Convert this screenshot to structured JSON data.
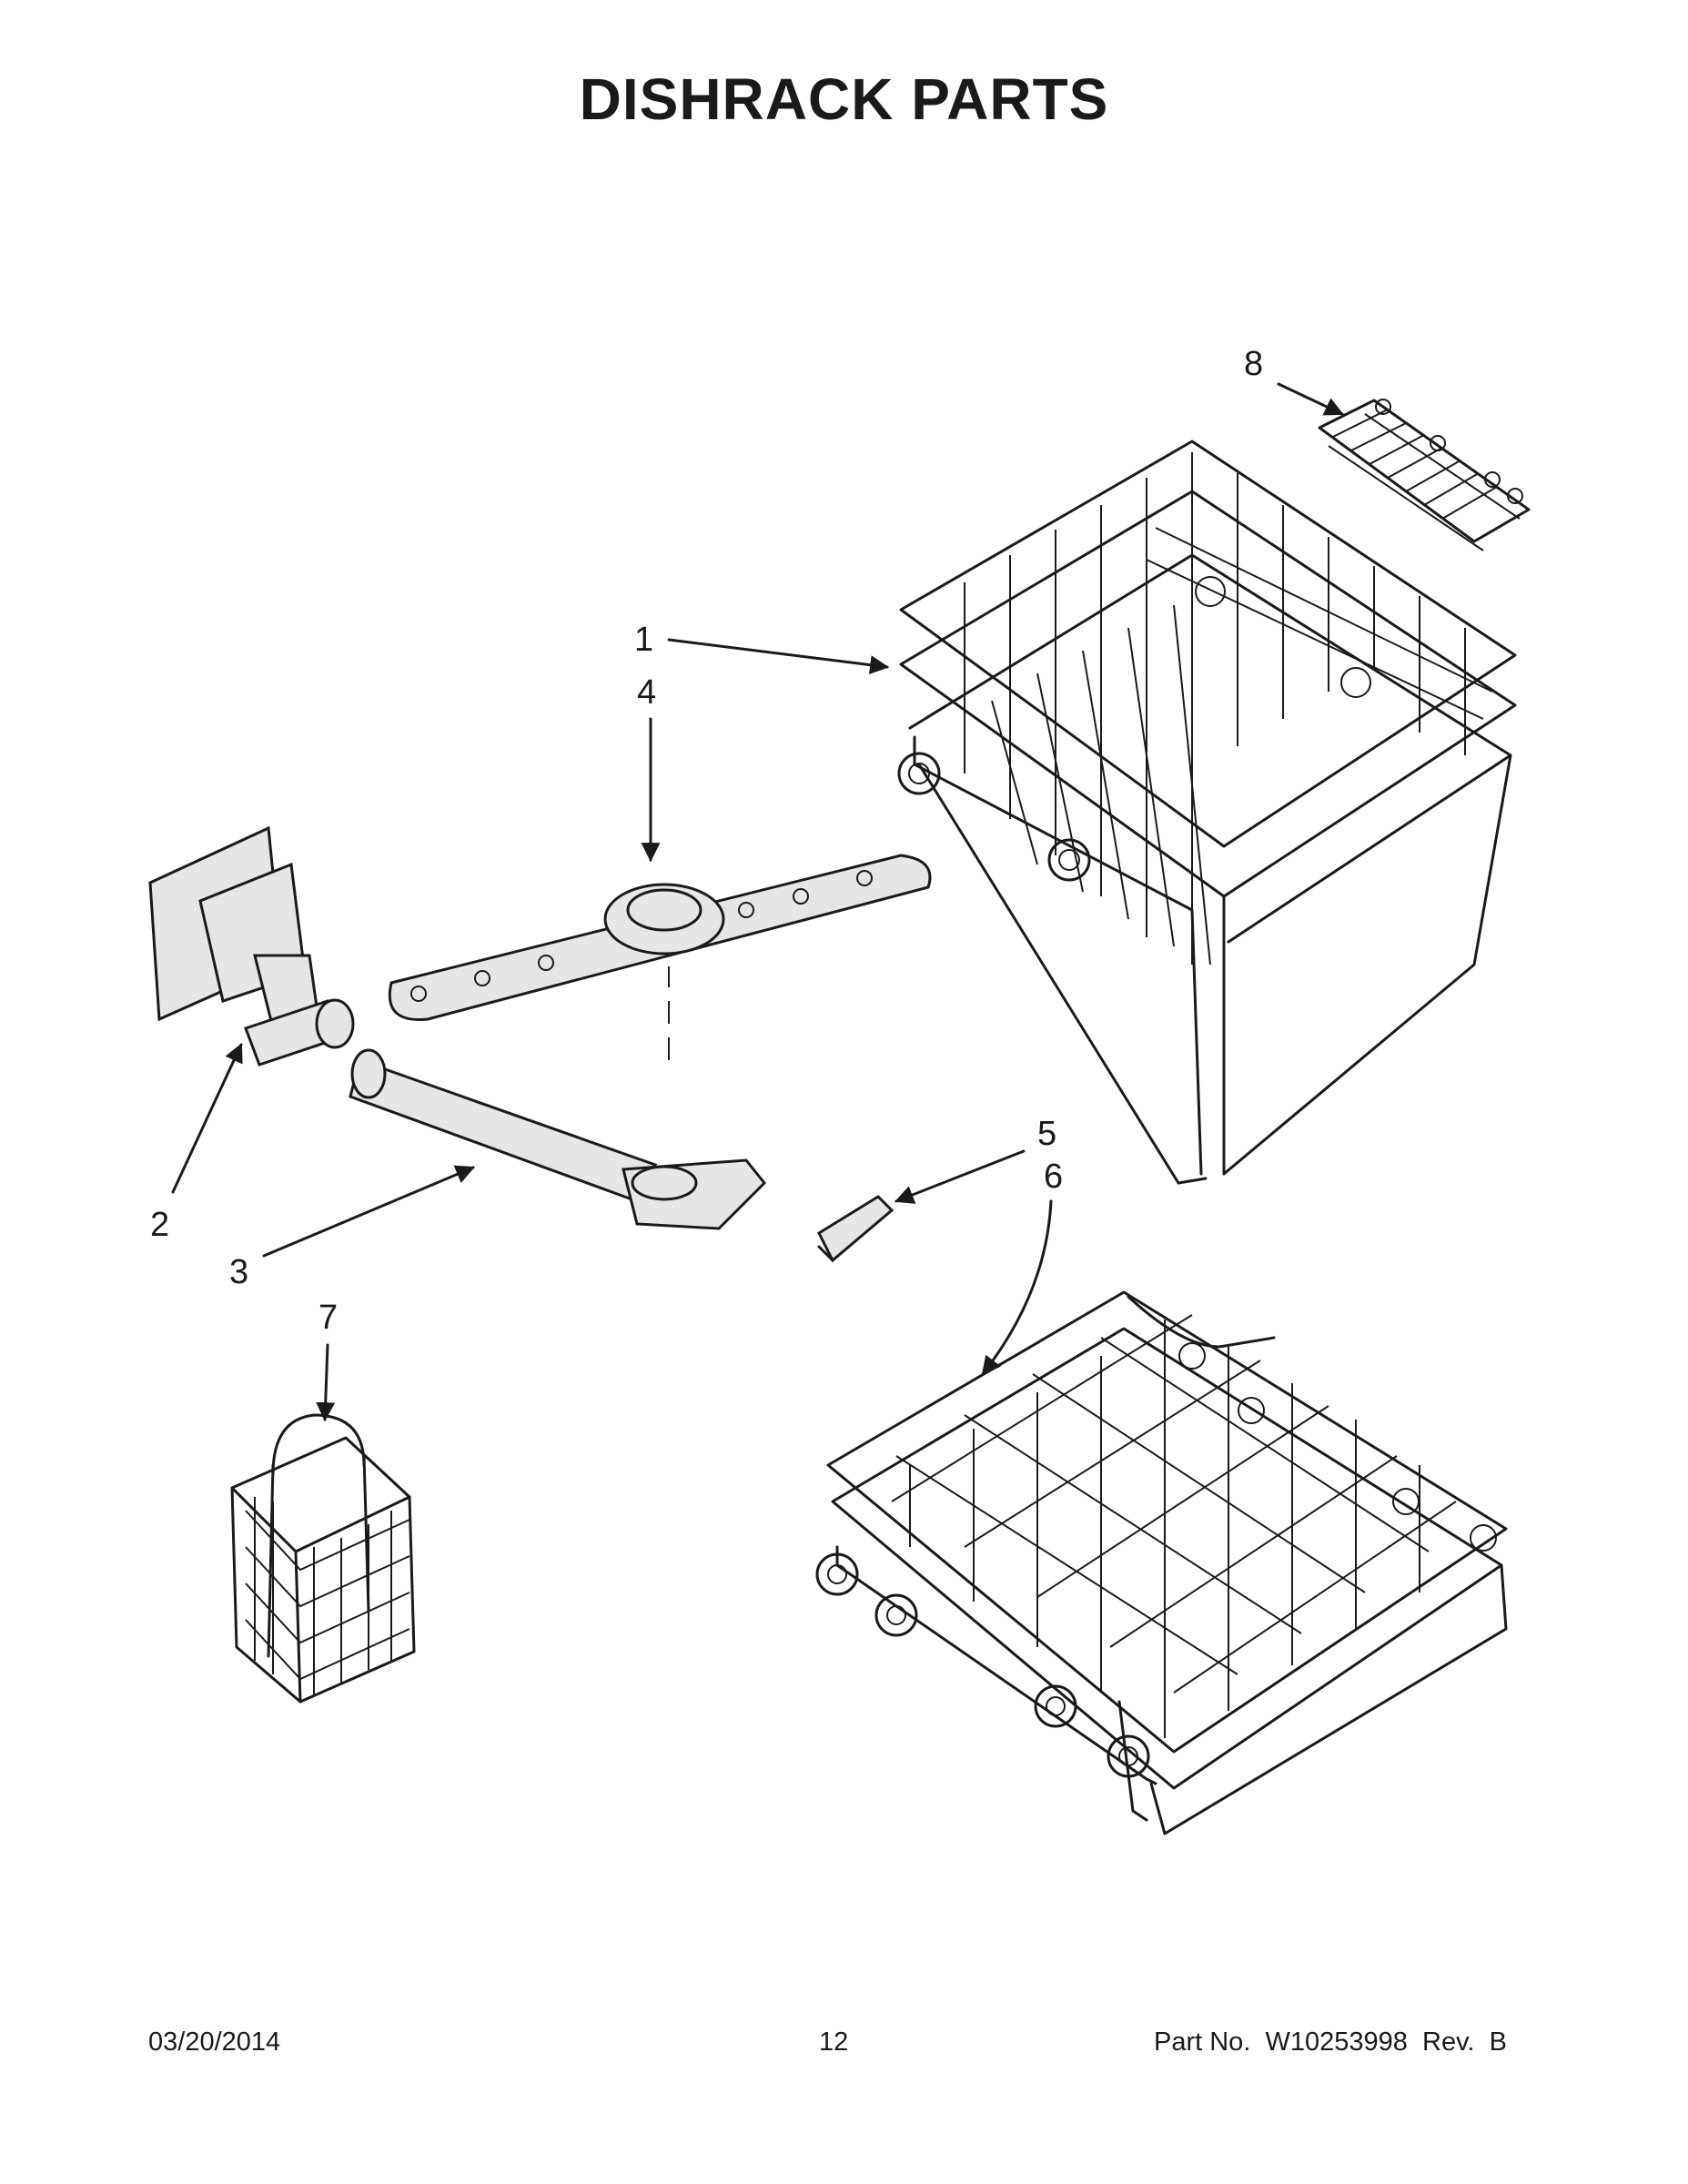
{
  "page": {
    "title": "DISHRACK PARTS"
  },
  "callouts": [
    {
      "id": "1",
      "label": "1",
      "part": "upper-dishrack"
    },
    {
      "id": "2",
      "label": "2",
      "part": "water-inlet-manifold"
    },
    {
      "id": "3",
      "label": "3",
      "part": "water-supply-tube"
    },
    {
      "id": "4",
      "label": "4",
      "part": "upper-spray-arm"
    },
    {
      "id": "5",
      "label": "5",
      "part": "rack-bumper"
    },
    {
      "id": "6",
      "label": "6",
      "part": "lower-dishrack"
    },
    {
      "id": "7",
      "label": "7",
      "part": "silverware-basket"
    },
    {
      "id": "8",
      "label": "8",
      "part": "cup-shelf"
    }
  ],
  "footer": {
    "date": "03/20/2014",
    "page_number": "12",
    "part_number": "Part No.  W10253998  Rev.  B"
  }
}
